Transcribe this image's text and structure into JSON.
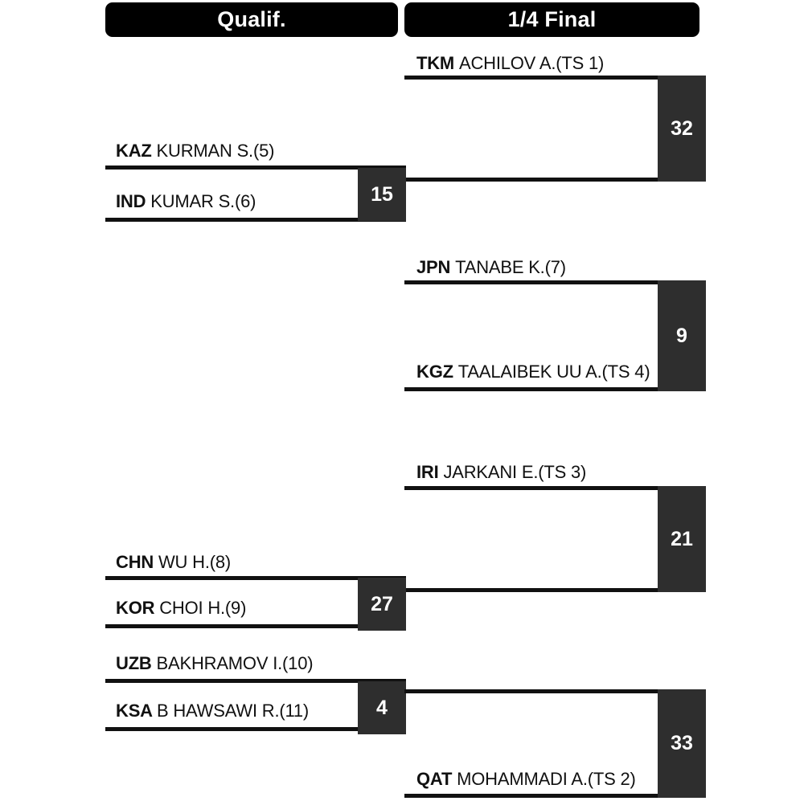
{
  "rounds": [
    {
      "label": "Qualif."
    },
    {
      "label": "1/4 Final"
    }
  ],
  "matches": [
    {
      "id": "qf-1",
      "round": "1/4 Final",
      "score": "32",
      "competitors": [
        {
          "noc": "TKM",
          "name": "ACHILOV A.(TS 1)"
        }
      ]
    },
    {
      "id": "qual-1",
      "round": "Qualif.",
      "score": "15",
      "competitors": [
        {
          "noc": "KAZ",
          "name": "KURMAN S.(5)"
        },
        {
          "noc": "IND",
          "name": "KUMAR S.(6)"
        }
      ]
    },
    {
      "id": "qf-2",
      "round": "1/4 Final",
      "score": "9",
      "competitors": [
        {
          "noc": "JPN",
          "name": "TANABE K.(7)"
        },
        {
          "noc": "KGZ",
          "name": "TAALAIBEK UU A.(TS 4)"
        }
      ]
    },
    {
      "id": "qf-3",
      "round": "1/4 Final",
      "score": "21",
      "competitors": [
        {
          "noc": "IRI",
          "name": "JARKANI E.(TS 3)"
        }
      ]
    },
    {
      "id": "qual-2",
      "round": "Qualif.",
      "score": "27",
      "competitors": [
        {
          "noc": "CHN",
          "name": "WU H.(8)"
        },
        {
          "noc": "KOR",
          "name": "CHOI H.(9)"
        }
      ]
    },
    {
      "id": "qual-3",
      "round": "Qualif.",
      "score": "4",
      "competitors": [
        {
          "noc": "UZB",
          "name": "BAKHRAMOV I.(10)"
        },
        {
          "noc": "KSA",
          "name": "B HAWSAWI R.(11)"
        }
      ]
    },
    {
      "id": "qf-4",
      "round": "1/4 Final",
      "score": "33",
      "competitors": [
        {
          "noc": "QAT",
          "name": "MOHAMMADI A.(TS 2)"
        }
      ]
    }
  ],
  "colors": {
    "line": "#111111",
    "score_box": "#2e2e2e",
    "tab_background": "#000000",
    "tab_text": "#ffffff",
    "page_background": "#ffffff"
  }
}
